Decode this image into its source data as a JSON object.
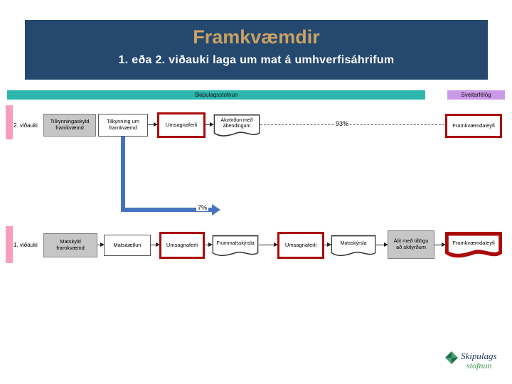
{
  "slide": {
    "title": "Framkvæmdir",
    "subtitle": "1. eða 2. viðauki laga um mat á umhverfisáhrifum"
  },
  "lanes": {
    "agency": "Skipulagsstofnun",
    "municipality": "Sveitarfélög"
  },
  "rows": {
    "annex2": {
      "label": "2. viðauki",
      "steps": [
        "Tilkynningaskyld framkvæmd",
        "Tilkynning um framkvæmd",
        "Umsagnaferli",
        "Ákvörðun með ábendingum",
        "Framkvæmdaleyfi"
      ],
      "direct_percent": "93%"
    },
    "annex1": {
      "label": "1. viðauki",
      "branch_percent": "7%",
      "steps": [
        "Matskyld framkvæmd",
        "Matsáætlun",
        "Umsagnaferli",
        "Frummatsskýrsla",
        "Umsagnaferli",
        "Matsskýrsla",
        "Álit með tillögu að skilyrðum",
        "Framkvæmdaleyfi"
      ]
    }
  },
  "logo": {
    "line1": "Skipulags",
    "line2": "stofnun"
  },
  "colors": {
    "header_bg": "#25486F",
    "title_text": "#C9A264",
    "teal_lane": "#2DB7AE",
    "purple_lane": "#CB99E8",
    "pink_strip": "#FB9DC0",
    "red_border": "#AB0A0A",
    "blue_arrow": "#4673BE",
    "gray_box": "#C6C6C6",
    "logo_green": "#2E7D52",
    "logo_blue": "#1F3864"
  }
}
